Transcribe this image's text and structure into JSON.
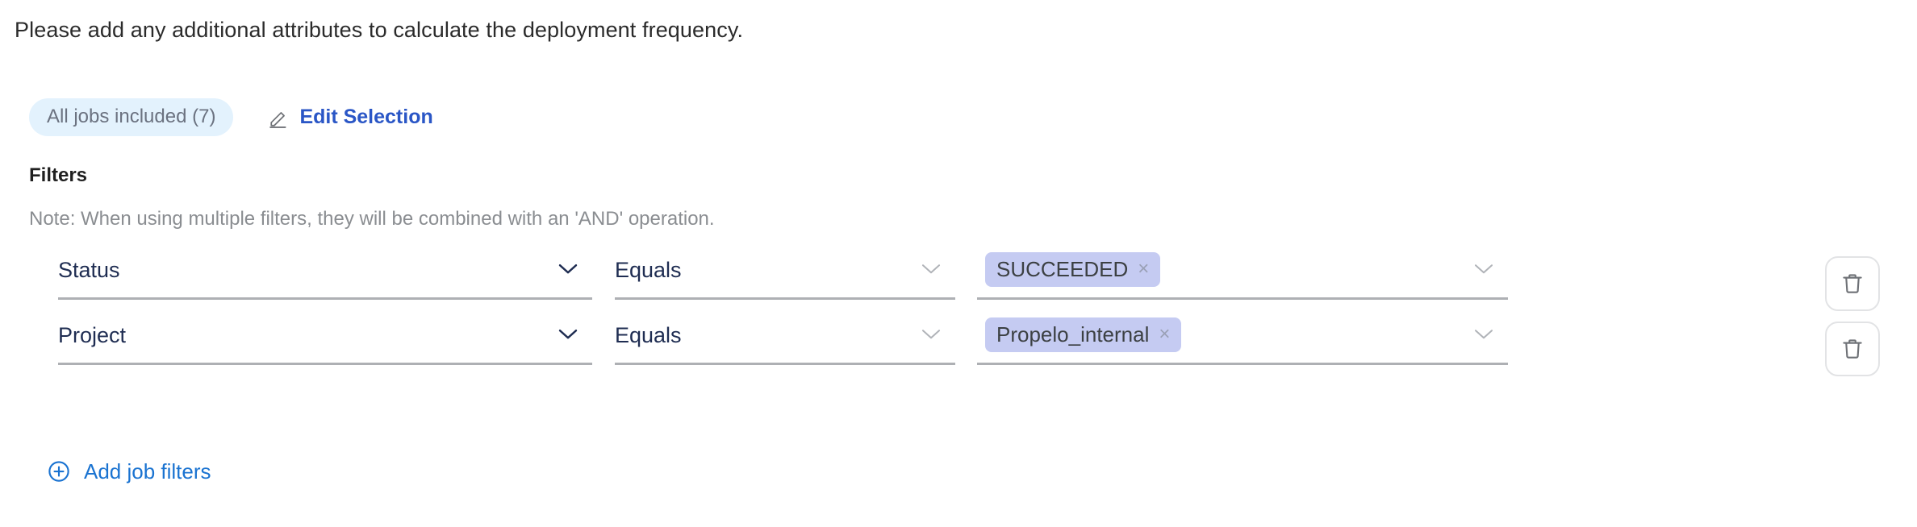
{
  "page": {
    "intro_text": "Please add any additional attributes to calculate the deployment frequency."
  },
  "jobs": {
    "badge_label": "All jobs included (7)",
    "edit_label": "Edit Selection",
    "edit_icon": "pencil-icon",
    "badge_bg": "#e3f2fd",
    "badge_text_color": "#6b7280",
    "link_color": "#2a56c6"
  },
  "filters": {
    "title": "Filters",
    "note": "Note: When using multiple filters, they will be combined with an 'AND' operation.",
    "chevron_icon": "chevron-down-icon",
    "delete_icon": "trash-icon",
    "chip_bg": "#c5cbf2",
    "chip_text_color": "#3c4043",
    "rows": [
      {
        "attribute": "Status",
        "operator": "Equals",
        "values": [
          {
            "label": "SUCCEEDED",
            "remove": "×"
          }
        ]
      },
      {
        "attribute": "Project",
        "operator": "Equals",
        "values": [
          {
            "label": "Propelo_internal",
            "remove": "×"
          }
        ]
      }
    ]
  },
  "add_filters": {
    "label": "Add job filters",
    "icon": "plus-circle-icon",
    "color": "#1a73d1"
  }
}
